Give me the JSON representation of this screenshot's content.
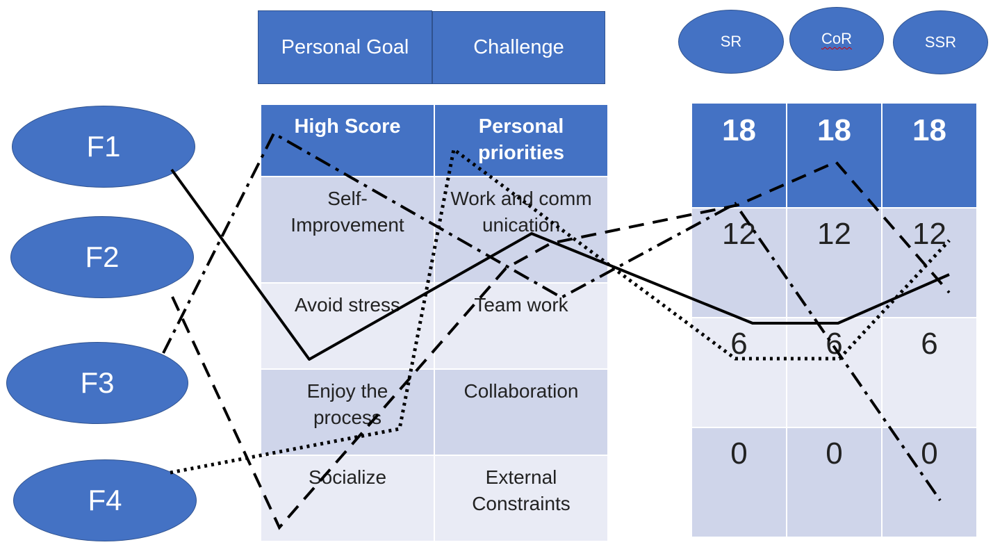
{
  "header_boxes": {
    "personal_goal": "Personal Goal",
    "challenge": "Challenge"
  },
  "top_ellipses": [
    "SR",
    "CoR",
    "SSR"
  ],
  "factors": [
    "F1",
    "F2",
    "F3",
    "F4"
  ],
  "table": {
    "headers": [
      "High Score",
      "Personal priorities"
    ],
    "rows": [
      [
        "Self-Improvement",
        "Work and communication"
      ],
      [
        "Avoid stress",
        "Team work"
      ],
      [
        "Enjoy the process",
        "Collaboration"
      ],
      [
        "Socialize",
        "External Constraints"
      ]
    ]
  },
  "score_grid": {
    "rows": [
      [
        "18",
        "18",
        "18"
      ],
      [
        "12",
        "12",
        "12"
      ],
      [
        "6",
        "6",
        "6"
      ],
      [
        "0",
        "0",
        "0"
      ]
    ]
  },
  "colors": {
    "box_fill": "#4472c4",
    "box_border": "#2f528f",
    "row_dark": "#cfd5ea",
    "row_light": "#e9ebf5",
    "line": "#000000"
  },
  "line_styles": {
    "F1": "solid",
    "F2": "dashed",
    "F3": "dash-dot",
    "F4": "dotted"
  }
}
